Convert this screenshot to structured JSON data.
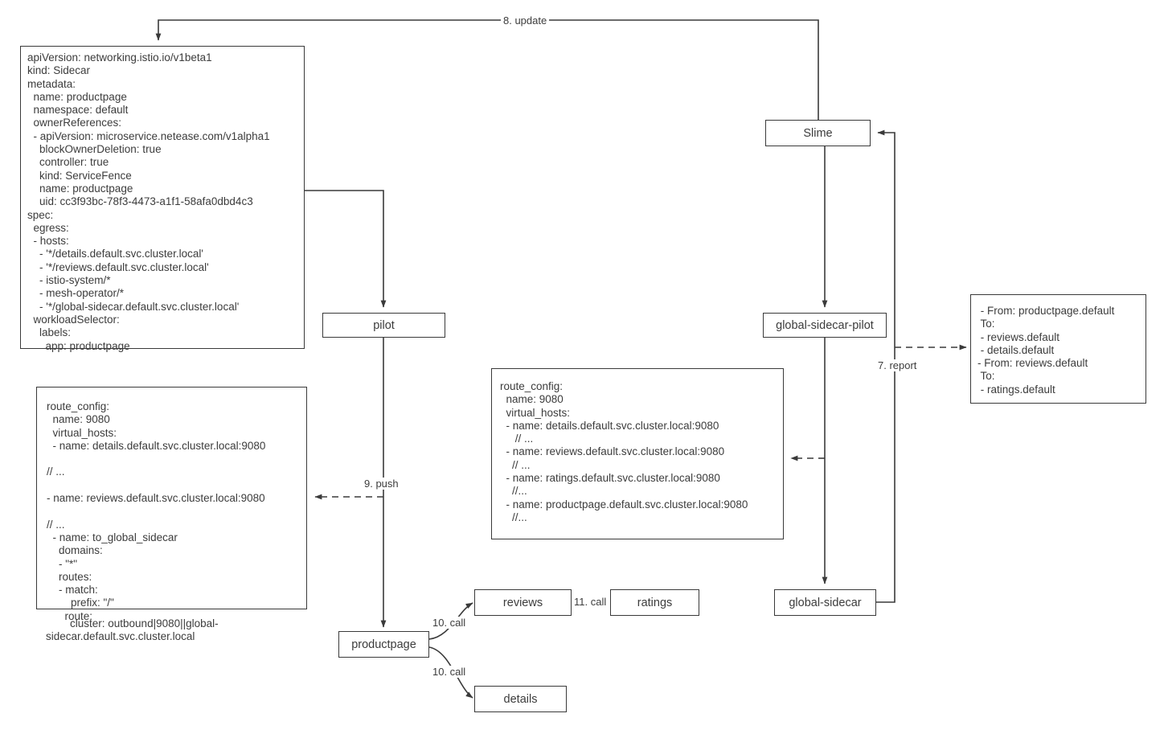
{
  "diagram": {
    "title": "Slime ServiceFence lazy-load sidecar configuration flow",
    "nodes": {
      "sidecar_yaml": {
        "name": "sidecar-resource-yaml",
        "text": "apiVersion: networking.istio.io/v1beta1\nkind: Sidecar\nmetadata:\n  name: productpage\n  namespace: default\n  ownerReferences:\n  - apiVersion: microservice.netease.com/v1alpha1\n    blockOwnerDeletion: true\n    controller: true\n    kind: ServiceFence\n    name: productpage\n    uid: cc3f93bc-78f3-4473-a1f1-58afa0dbd4c3\nspec:\n  egress:\n  - hosts:\n    - '*/details.default.svc.cluster.local'\n    - '*/reviews.default.svc.cluster.local'\n    - istio-system/*\n    - mesh-operator/*\n    - '*/global-sidecar.default.svc.cluster.local'\n  workloadSelector:\n    labels:\n      app: productpage"
      },
      "route_config_left": {
        "name": "pilot-route-config",
        "text": "route_config:\n  name: 9080\n  virtual_hosts:\n  - name: details.default.svc.cluster.local:9080\n\n// ...\n\n- name: reviews.default.svc.cluster.local:9080\n\n// ...\n  - name: to_global_sidecar\n    domains:\n    - \"*\"\n    routes:\n    - match:\n        prefix: \"/\"\n      route:",
        "overflow_lines": [
          "        cluster: outbound|9080||global-",
          "sidecar.default.svc.cluster.local"
        ]
      },
      "route_config_middle": {
        "name": "global-sidecar-route-config",
        "text": "route_config:\n  name: 9080\n  virtual_hosts:\n  - name: details.default.svc.cluster.local:9080\n     // ...\n  - name: reviews.default.svc.cluster.local:9080\n    // ...\n  - name: ratings.default.svc.cluster.local:9080\n    //...\n  - name: productpage.default.svc.cluster.local:9080\n    //..."
      },
      "report_box": {
        "name": "accesslog-report",
        "text": " - From: productpage.default\n To:\n - reviews.default\n - details.default\n- From: reviews.default\n To:\n - ratings.default"
      },
      "slime": {
        "label": "Slime"
      },
      "pilot": {
        "label": "pilot"
      },
      "global_sidecar_pilot": {
        "label": "global-sidecar-pilot"
      },
      "global_sidecar": {
        "label": "global-sidecar"
      },
      "productpage": {
        "label": "productpage"
      },
      "reviews": {
        "label": "reviews"
      },
      "ratings": {
        "label": "ratings"
      },
      "details": {
        "label": "details"
      }
    },
    "edge_labels": {
      "update": "8. update",
      "report": "7. report",
      "push": "9. push",
      "call_reviews": "10. call",
      "call_details": "10. call",
      "call_ratings": "11. call"
    },
    "colors": {
      "stroke": "#3a3a3a",
      "text": "#3c3c3c",
      "background": "#ffffff"
    }
  }
}
